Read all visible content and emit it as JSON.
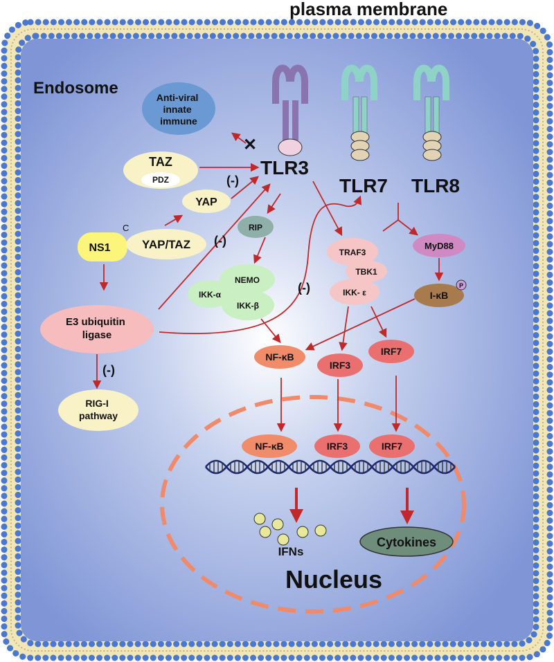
{
  "header": {
    "membrane_label": "plasma membrane"
  },
  "compartments": {
    "endosome": "Endosome",
    "nucleus": "Nucleus"
  },
  "receptors": {
    "tlr3": "TLR3",
    "tlr7": "TLR7",
    "tlr8": "TLR8"
  },
  "nodes": {
    "antiviral": [
      "Anti-viral",
      "innate",
      "immune"
    ],
    "taz": "TAZ",
    "pdz": "PDZ",
    "yap": "YAP",
    "ns1": "NS1",
    "ns1_c": "C",
    "yaptaz": "YAP/TAZ",
    "e3": [
      "E3 ubiquitin",
      "ligase"
    ],
    "rigi": [
      "RIG-I",
      "pathway"
    ],
    "rip": "RIP",
    "nemo": "NEMO",
    "ikka": "IKK-α",
    "ikkb": "IKK-β",
    "traf3": "TRAF3",
    "tbk1": "TBK1",
    "ikke": "IKK- ε",
    "myd88": "MyD88",
    "ikb": "I-κB",
    "phospho": "P",
    "nfkb": "NF-κB",
    "irf3": "IRF3",
    "irf7": "IRF7",
    "nfkb_nuc": "NF-κB",
    "irf3_nuc": "IRF3",
    "irf7_nuc": "IRF7",
    "ifns": "IFNs",
    "cytokines": "Cytokines"
  },
  "annotations": {
    "inhibit": "(-)",
    "block_mark": "✕"
  },
  "colors": {
    "cell": "#7f95d6",
    "arrow": "#c0282c",
    "tlr3": "#8a74b0",
    "tlr78": "#8fd3c8",
    "nucleus_border": "#f08a6a"
  }
}
